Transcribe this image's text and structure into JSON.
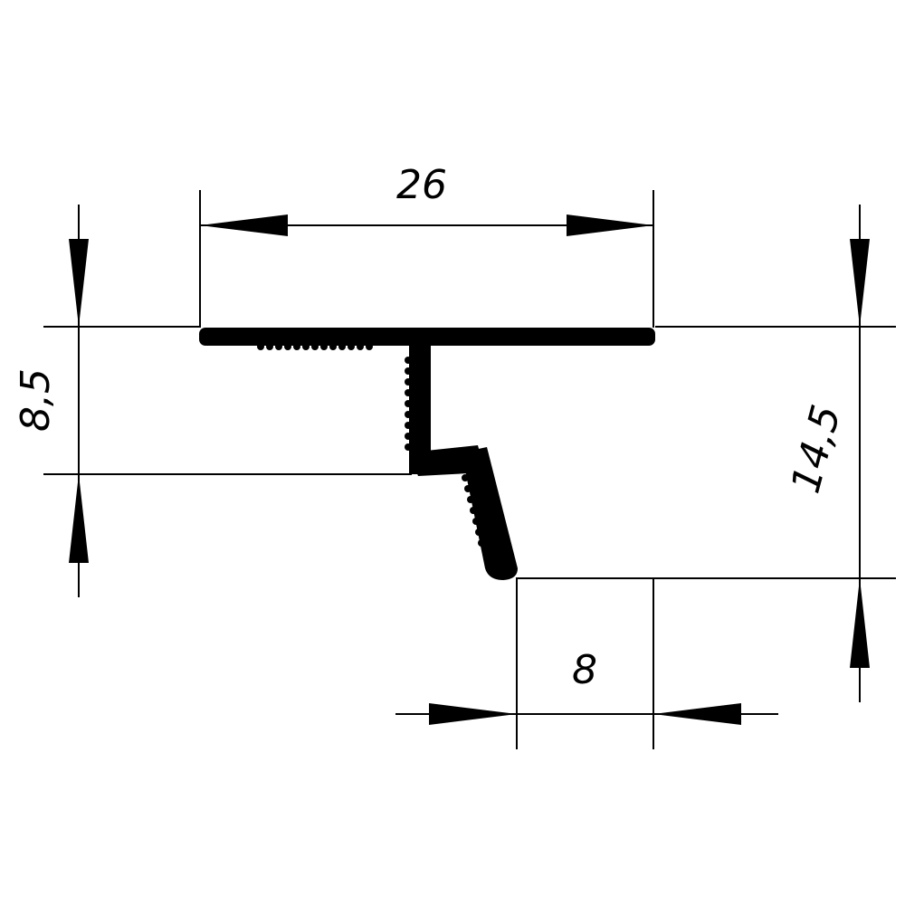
{
  "drawing": {
    "dimensions": {
      "width_top": "26",
      "height_left": "8,5",
      "height_right": "14,5",
      "width_bottom": "8"
    },
    "colors": {
      "ink": "#000000",
      "paper": "#ffffff"
    }
  }
}
